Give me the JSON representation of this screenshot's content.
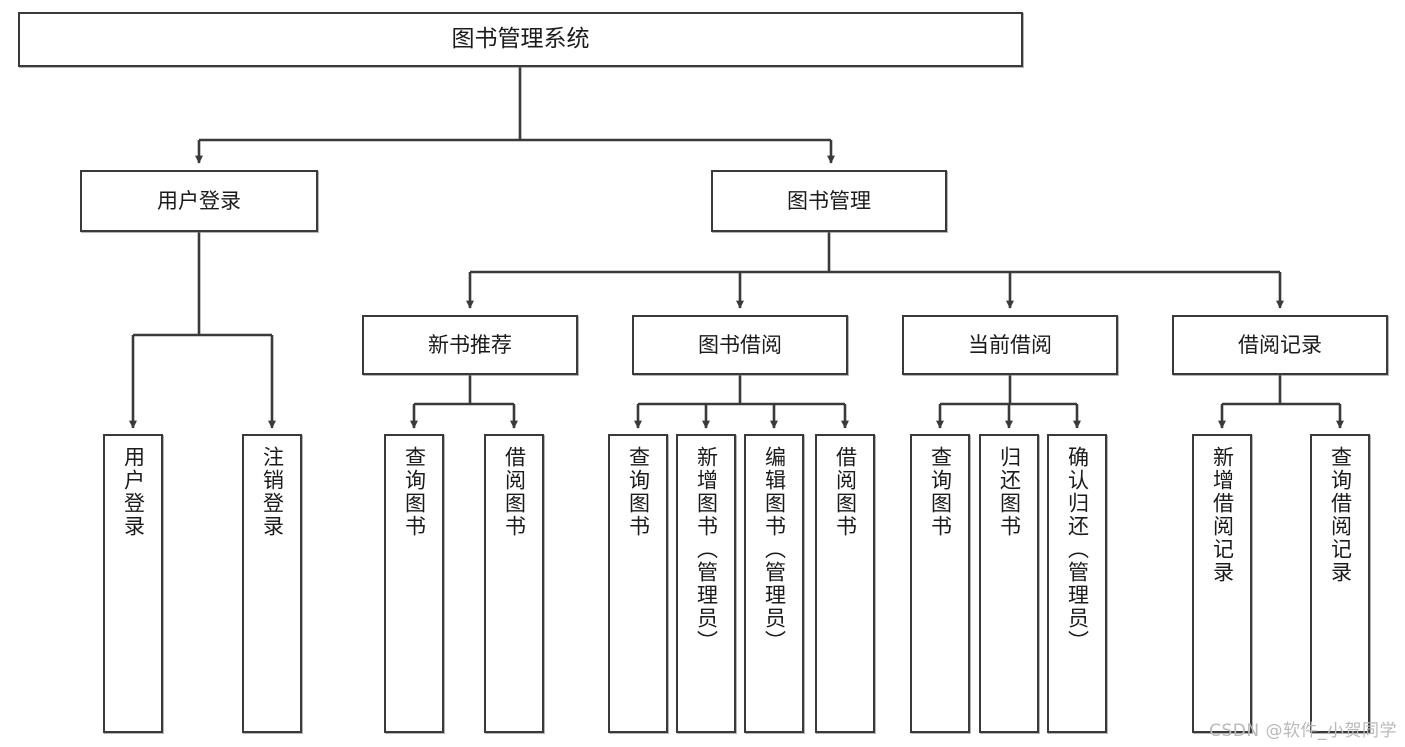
{
  "diagram": {
    "type": "tree-hierarchy",
    "title": "图书管理系统",
    "watermark": "CSDN @软件_小贺同学",
    "theme": {
      "stroke": "#3a3a3a",
      "fill": "#ffffff",
      "text": "#1b1b1b",
      "watermark_color": "#b9b9b9"
    },
    "nodes": {
      "root": {
        "label": "图书管理系统"
      },
      "level2": [
        {
          "id": "user-login",
          "label": "用户登录"
        },
        {
          "id": "book-manage",
          "label": "图书管理"
        }
      ],
      "level3": [
        {
          "id": "new-book-recommend",
          "label": "新书推荐"
        },
        {
          "id": "book-borrow",
          "label": "图书借阅"
        },
        {
          "id": "current-borrow",
          "label": "当前借阅"
        },
        {
          "id": "borrow-record",
          "label": "借阅记录"
        }
      ],
      "leaves": {
        "user-login": [
          {
            "id": "leaf-user-login",
            "label": "用户登录"
          },
          {
            "id": "leaf-logout",
            "label": "注销登录"
          }
        ],
        "new-book-recommend": [
          {
            "id": "leaf-query-book-1",
            "label": "查询图书"
          },
          {
            "id": "leaf-borrow-book-1",
            "label": "借阅图书"
          }
        ],
        "book-borrow": [
          {
            "id": "leaf-query-book-2",
            "label": "查询图书"
          },
          {
            "id": "leaf-add-book",
            "label": "新增图书（管理员）"
          },
          {
            "id": "leaf-edit-book",
            "label": "编辑图书（管理员）"
          },
          {
            "id": "leaf-borrow-book-2",
            "label": "借阅图书"
          }
        ],
        "current-borrow": [
          {
            "id": "leaf-query-book-3",
            "label": "查询图书"
          },
          {
            "id": "leaf-return-book",
            "label": "归还图书"
          },
          {
            "id": "leaf-confirm-return",
            "label": "确认归还（管理员）"
          }
        ],
        "borrow-record": [
          {
            "id": "leaf-add-record",
            "label": "新增借阅记录"
          },
          {
            "id": "leaf-query-record",
            "label": "查询借阅记录"
          }
        ]
      }
    }
  }
}
